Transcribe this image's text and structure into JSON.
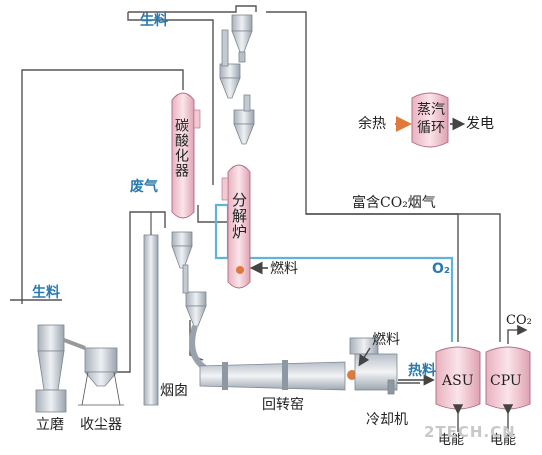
{
  "labels": {
    "raw_material_top": "生料",
    "raw_material_left": "生料",
    "waste_gas": "废气",
    "carbonator": "碳酸化器",
    "calciner": "分解炉",
    "fuel_calciner": "燃料",
    "fuel_kiln": "燃料",
    "heat_label_cooler": "热料",
    "waste_heat": "余热",
    "steam_cycle": "蒸汽循环",
    "power_out": "发电",
    "co2_rich_flue_gas": "富含CO₂烟气",
    "o2": "O₂",
    "co2_out": "CO₂",
    "asu": "ASU",
    "cpu": "CPU",
    "power_in_asu": "电能",
    "power_in_cpu": "电能",
    "vertical_mill": "立磨",
    "dust_collector": "收尘器",
    "chimney": "烟囱",
    "rotary_kiln": "回转窑",
    "cooler": "冷却机",
    "watermark": "2TECH.CN"
  },
  "colors": {
    "line": "#555555",
    "o2_line": "#5fb4dc",
    "vessel_pink": "#f2c9d3",
    "vessel_stroke": "#b06a80",
    "equipment_grey": "#c9cfd6",
    "label_blue": "#2a7ab0",
    "arrow_orange": "#e07a3a"
  }
}
